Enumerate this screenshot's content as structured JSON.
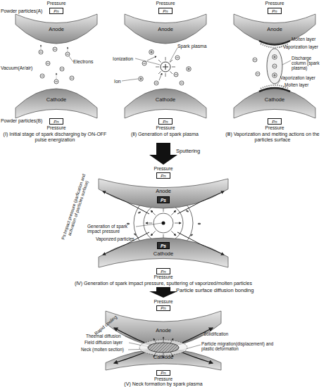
{
  "diagram": {
    "nodes": [
      {
        "text": [
          "Pn"
        ]
      },
      {
        "text": [
          "Anode"
        ]
      },
      {
        "text": [
          "Cathode"
        ]
      },
      {
        "text": [
          "Pn"
        ]
      },
      {
        "text": [
          "Pn"
        ]
      },
      {
        "text": [
          "Anode"
        ]
      },
      {
        "text": [
          "Cathode"
        ]
      },
      {
        "text": [
          "Pn"
        ]
      },
      {
        "text": [
          "Pn"
        ]
      },
      {
        "text": [
          "Anode"
        ]
      },
      {
        "text": [
          "Cathode"
        ]
      },
      {
        "text": [
          "Pn"
        ]
      },
      {
        "text": [
          "Pn"
        ]
      },
      {
        "text": [
          "Anode"
        ]
      },
      {
        "text": [
          "Ps"
        ],
        "in": 13
      },
      {
        "text": [
          "Cathode"
        ]
      },
      {
        "text": [
          "Ps"
        ],
        "in": 15
      },
      {
        "text": [
          "Pn"
        ]
      },
      {
        "text": [
          "Pn"
        ]
      },
      {
        "text": [
          "Anode"
        ]
      },
      {
        "text": [
          "Cathode"
        ]
      },
      {
        "text": [
          "Pn"
        ]
      }
    ],
    "labels": [
      "Powder particles(A)",
      "Pressure",
      "Vacuum(Ar/air)",
      "Electrons",
      "Powder particles(B)",
      "Pressure",
      "(Ⅰ) Initial stage of spark discharging by ON-OFF pulse energization",
      "Pressure",
      "Spark plasma",
      "Ionization",
      "Ion",
      "Pressure",
      "(Ⅱ) Generation of spark plasma",
      "Pressure",
      "Molten layer",
      "Vaporization layer",
      "Discharge column (spark plasma)",
      "Vaporization layer",
      "Molten layer",
      "Pressure",
      "(Ⅲ) Vaporization and melting actions on the particles surface",
      "Sputtering",
      "Pressure",
      "Ps:Impact pressure (parfication and activation of particles surface)",
      "Generation of spark impact pressure",
      "Vaponzed particles",
      "Pressure",
      "(Ⅳ) Generation of spark impact pressure, sputtering of vaporized/molten particles",
      "Particle surface diffusion bonding",
      "Pressure",
      "Rapid cooling",
      "Theemal diffusion",
      "Field diffusion layer",
      "Neck (molten section)",
      "Solidification",
      "Particle migration(displacement) and plastic deformation",
      "Pressure",
      "(Ⅴ) Neck formation by spark plasma"
    ]
  }
}
